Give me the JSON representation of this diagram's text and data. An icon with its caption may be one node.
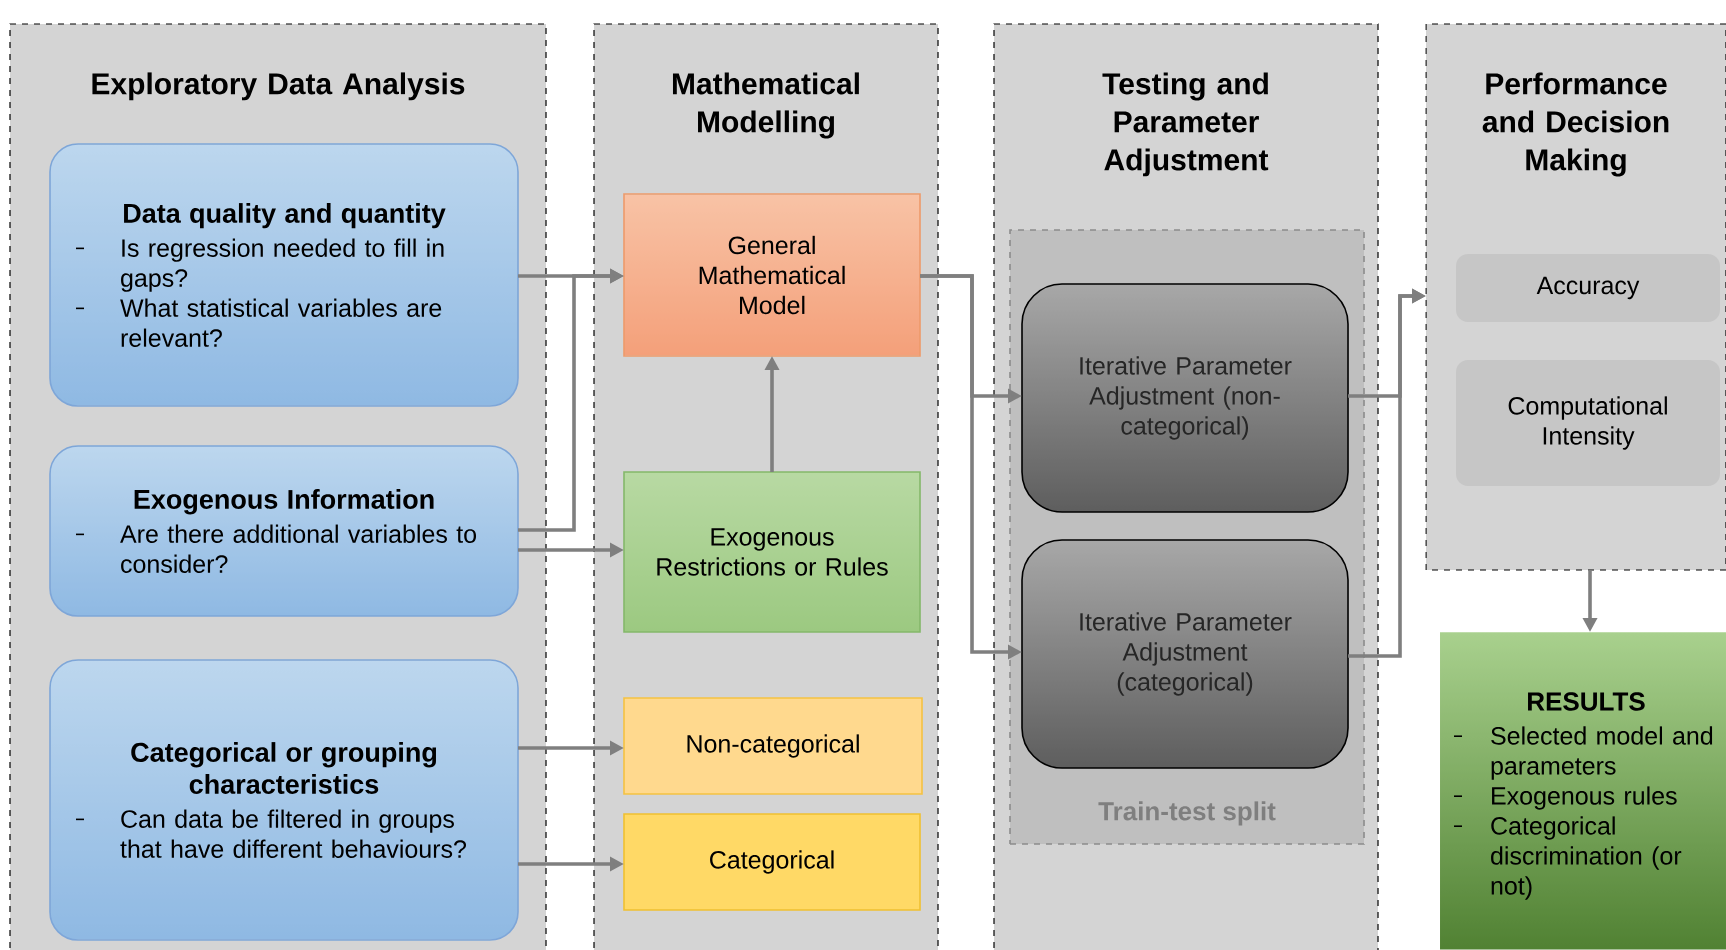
{
  "diagram": {
    "nodes": [
      {
        "text": [
          "Exploratory Data Analysis"
        ]
      },
      {
        "text": [
          "Data quality and quantity",
          "Is regression needed to fill in gaps?",
          "What statistical variables are relevant?"
        ],
        "in": 0
      },
      {
        "text": [
          "Exogenous Information",
          "Are there additional variables to consider?"
        ],
        "in": 0
      },
      {
        "text": [
          "Categorical or grouping characteristics",
          "Can data be filtered in groups that have different behaviours?"
        ],
        "in": 0
      },
      {
        "text": [
          "Mathematical Modelling"
        ]
      },
      {
        "text": [
          "General Mathematical Model"
        ],
        "in": 4
      },
      {
        "text": [
          "Exogenous Restrictions or Rules"
        ],
        "in": 4
      },
      {
        "text": [
          "Non-categorical"
        ],
        "in": 4
      },
      {
        "text": [
          "Categorical"
        ],
        "in": 4
      },
      {
        "text": [
          "Testing and Parameter Adjustment"
        ]
      },
      {
        "text": [
          "Train-test split"
        ],
        "in": 9
      },
      {
        "text": [
          "Iterative Parameter Adjustment (non-categorical)"
        ],
        "in": 10
      },
      {
        "text": [
          "Iterative Parameter Adjustment (categorical)"
        ],
        "in": 10
      },
      {
        "text": [
          "Performance and Decision Making"
        ]
      },
      {
        "text": [
          "Accuracy"
        ],
        "in": 13
      },
      {
        "text": [
          "Computational Intensity"
        ],
        "in": 13
      },
      {
        "text": [
          "RESULTS",
          "Selected model and parameters",
          "Exogenous rules",
          "Categorical discrimination (or not)"
        ]
      }
    ],
    "edges": [
      {
        "from": 1,
        "to": 5,
        "arrow": "to"
      },
      {
        "from": 2,
        "to": 5,
        "arrow": "to"
      },
      {
        "from": 2,
        "to": 6,
        "arrow": "to"
      },
      {
        "from": 3,
        "to": 7,
        "arrow": "to"
      },
      {
        "from": 3,
        "to": 8,
        "arrow": "to"
      },
      {
        "from": 6,
        "to": 5,
        "arrow": "to"
      },
      {
        "from": 5,
        "to": 11,
        "arrow": "to"
      },
      {
        "from": 5,
        "to": 12,
        "arrow": "to"
      },
      {
        "from": 11,
        "to": 13,
        "arrow": "to"
      },
      {
        "from": 12,
        "to": 13,
        "arrow": "to"
      },
      {
        "from": 13,
        "to": 16,
        "arrow": "to"
      }
    ]
  }
}
